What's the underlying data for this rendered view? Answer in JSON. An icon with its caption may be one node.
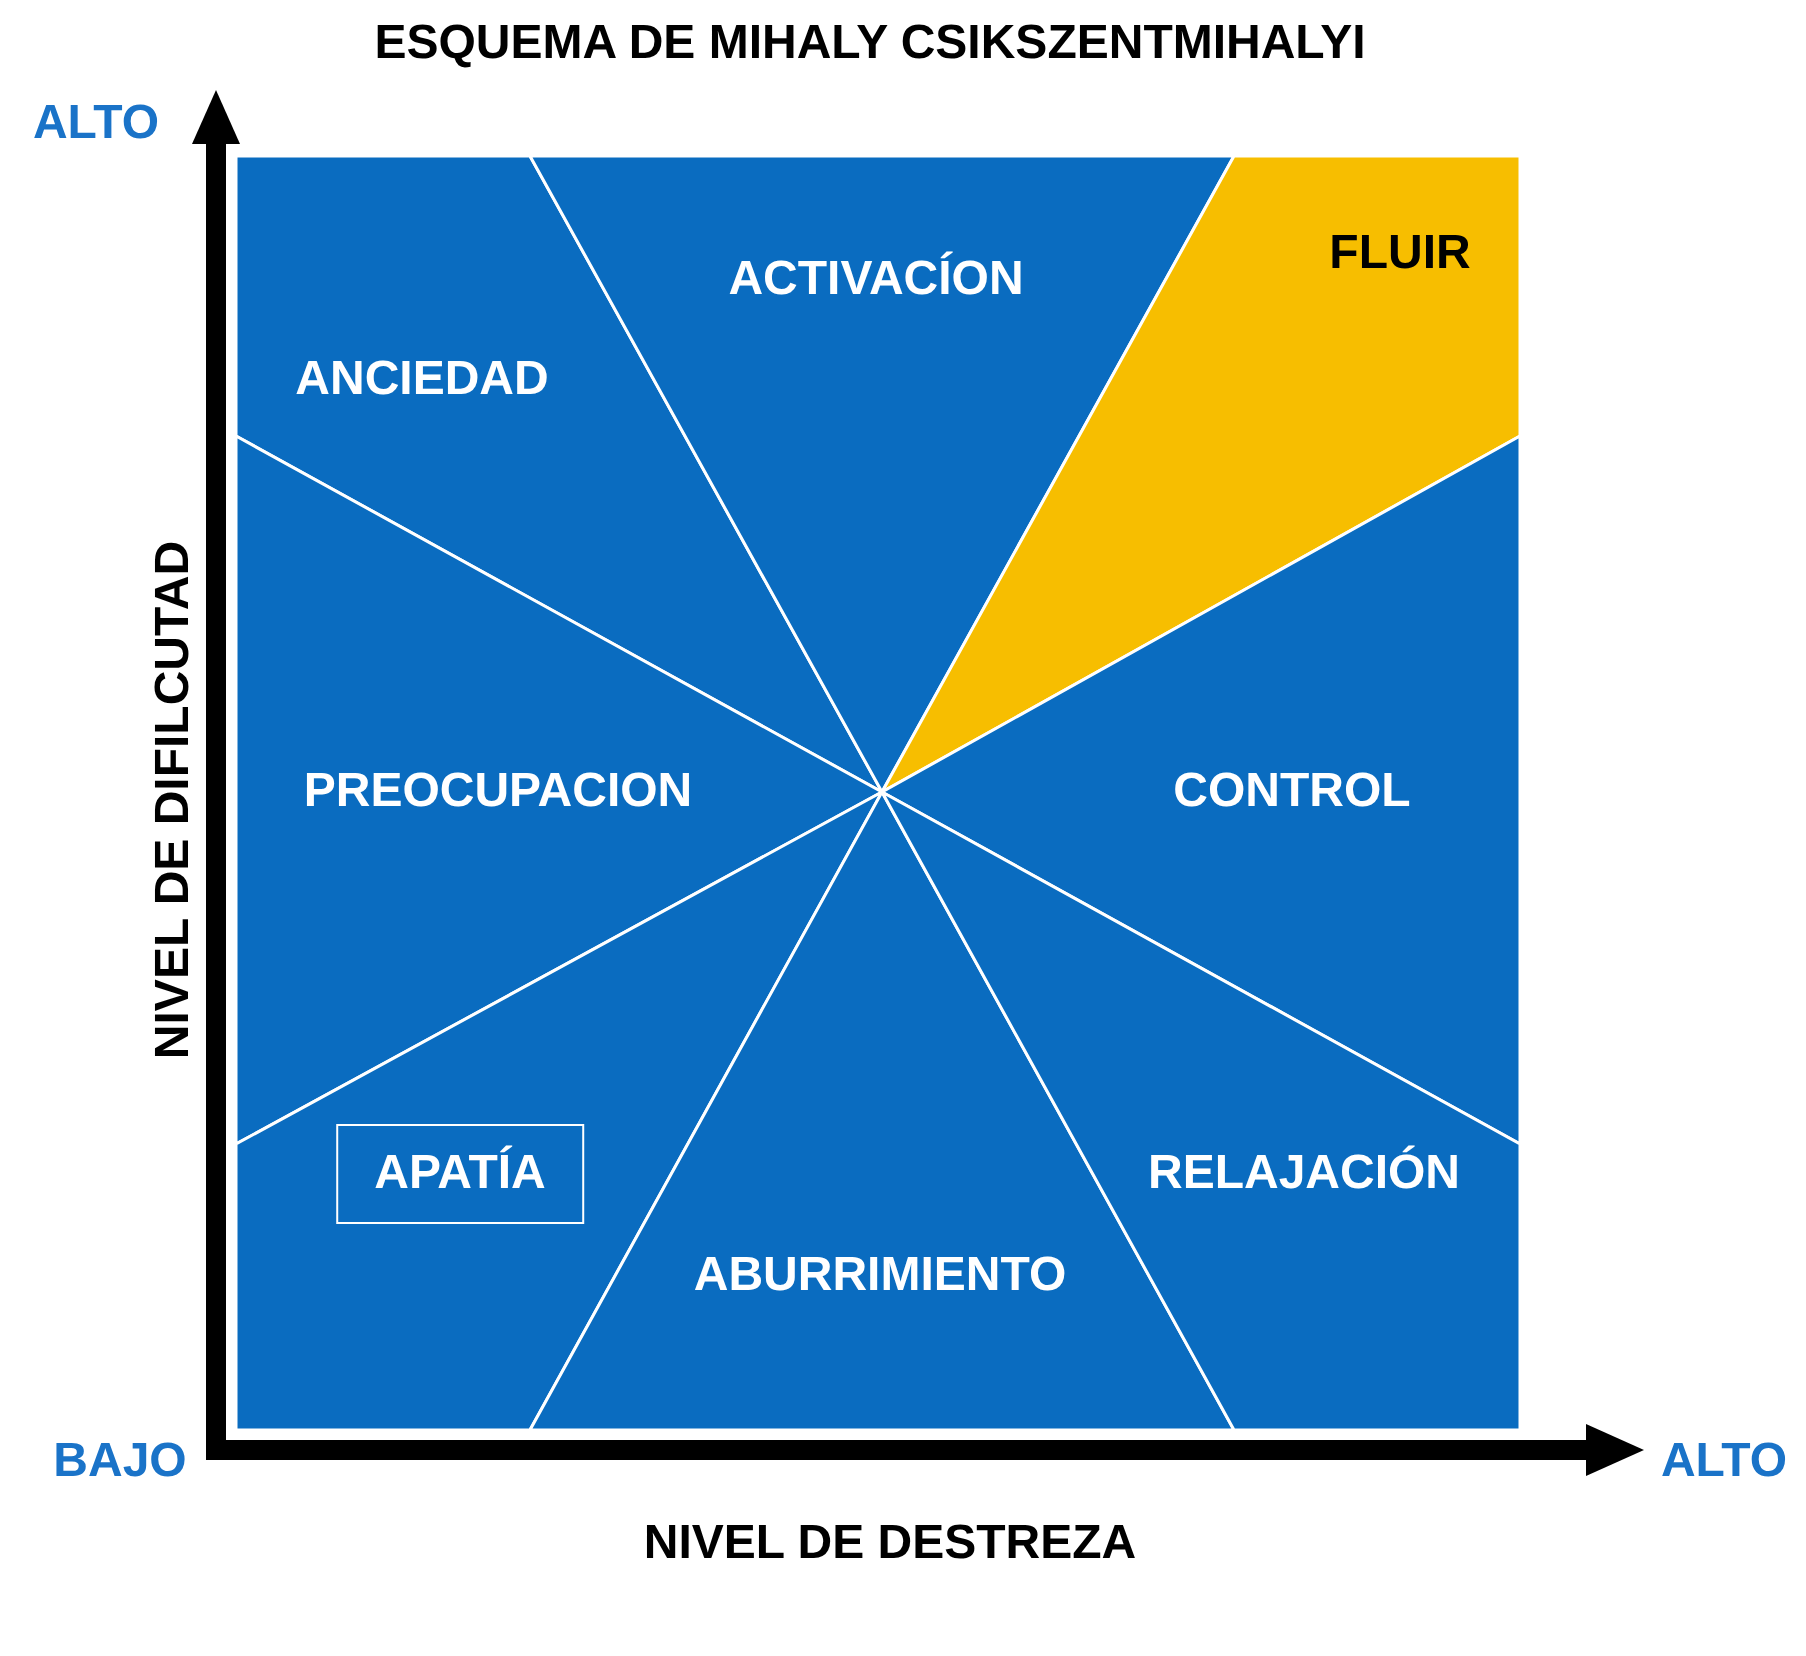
{
  "diagram": {
    "title": "ESQUEMA DE MIHALY CSIKSZENTMIHALYI",
    "nodes": [
      {
        "text": [
          "ANCIEDAD"
        ]
      },
      {
        "text": [
          "ACTIVACÍON"
        ]
      },
      {
        "text": [
          "FLUIR"
        ]
      },
      {
        "text": [
          "PREOCUPACION"
        ]
      },
      {
        "text": [
          "CONTROL"
        ]
      },
      {
        "text": [
          "APATÍA"
        ]
      },
      {
        "text": [
          "ABURRIMIENTO"
        ]
      },
      {
        "text": [
          "RELAJACIÓN"
        ]
      }
    ],
    "labels": [
      "ALTO",
      "NIVEL DE DIFILCUTAD",
      "BAJO",
      "ALTO",
      "NIVEL DE DESTREZA"
    ]
  }
}
